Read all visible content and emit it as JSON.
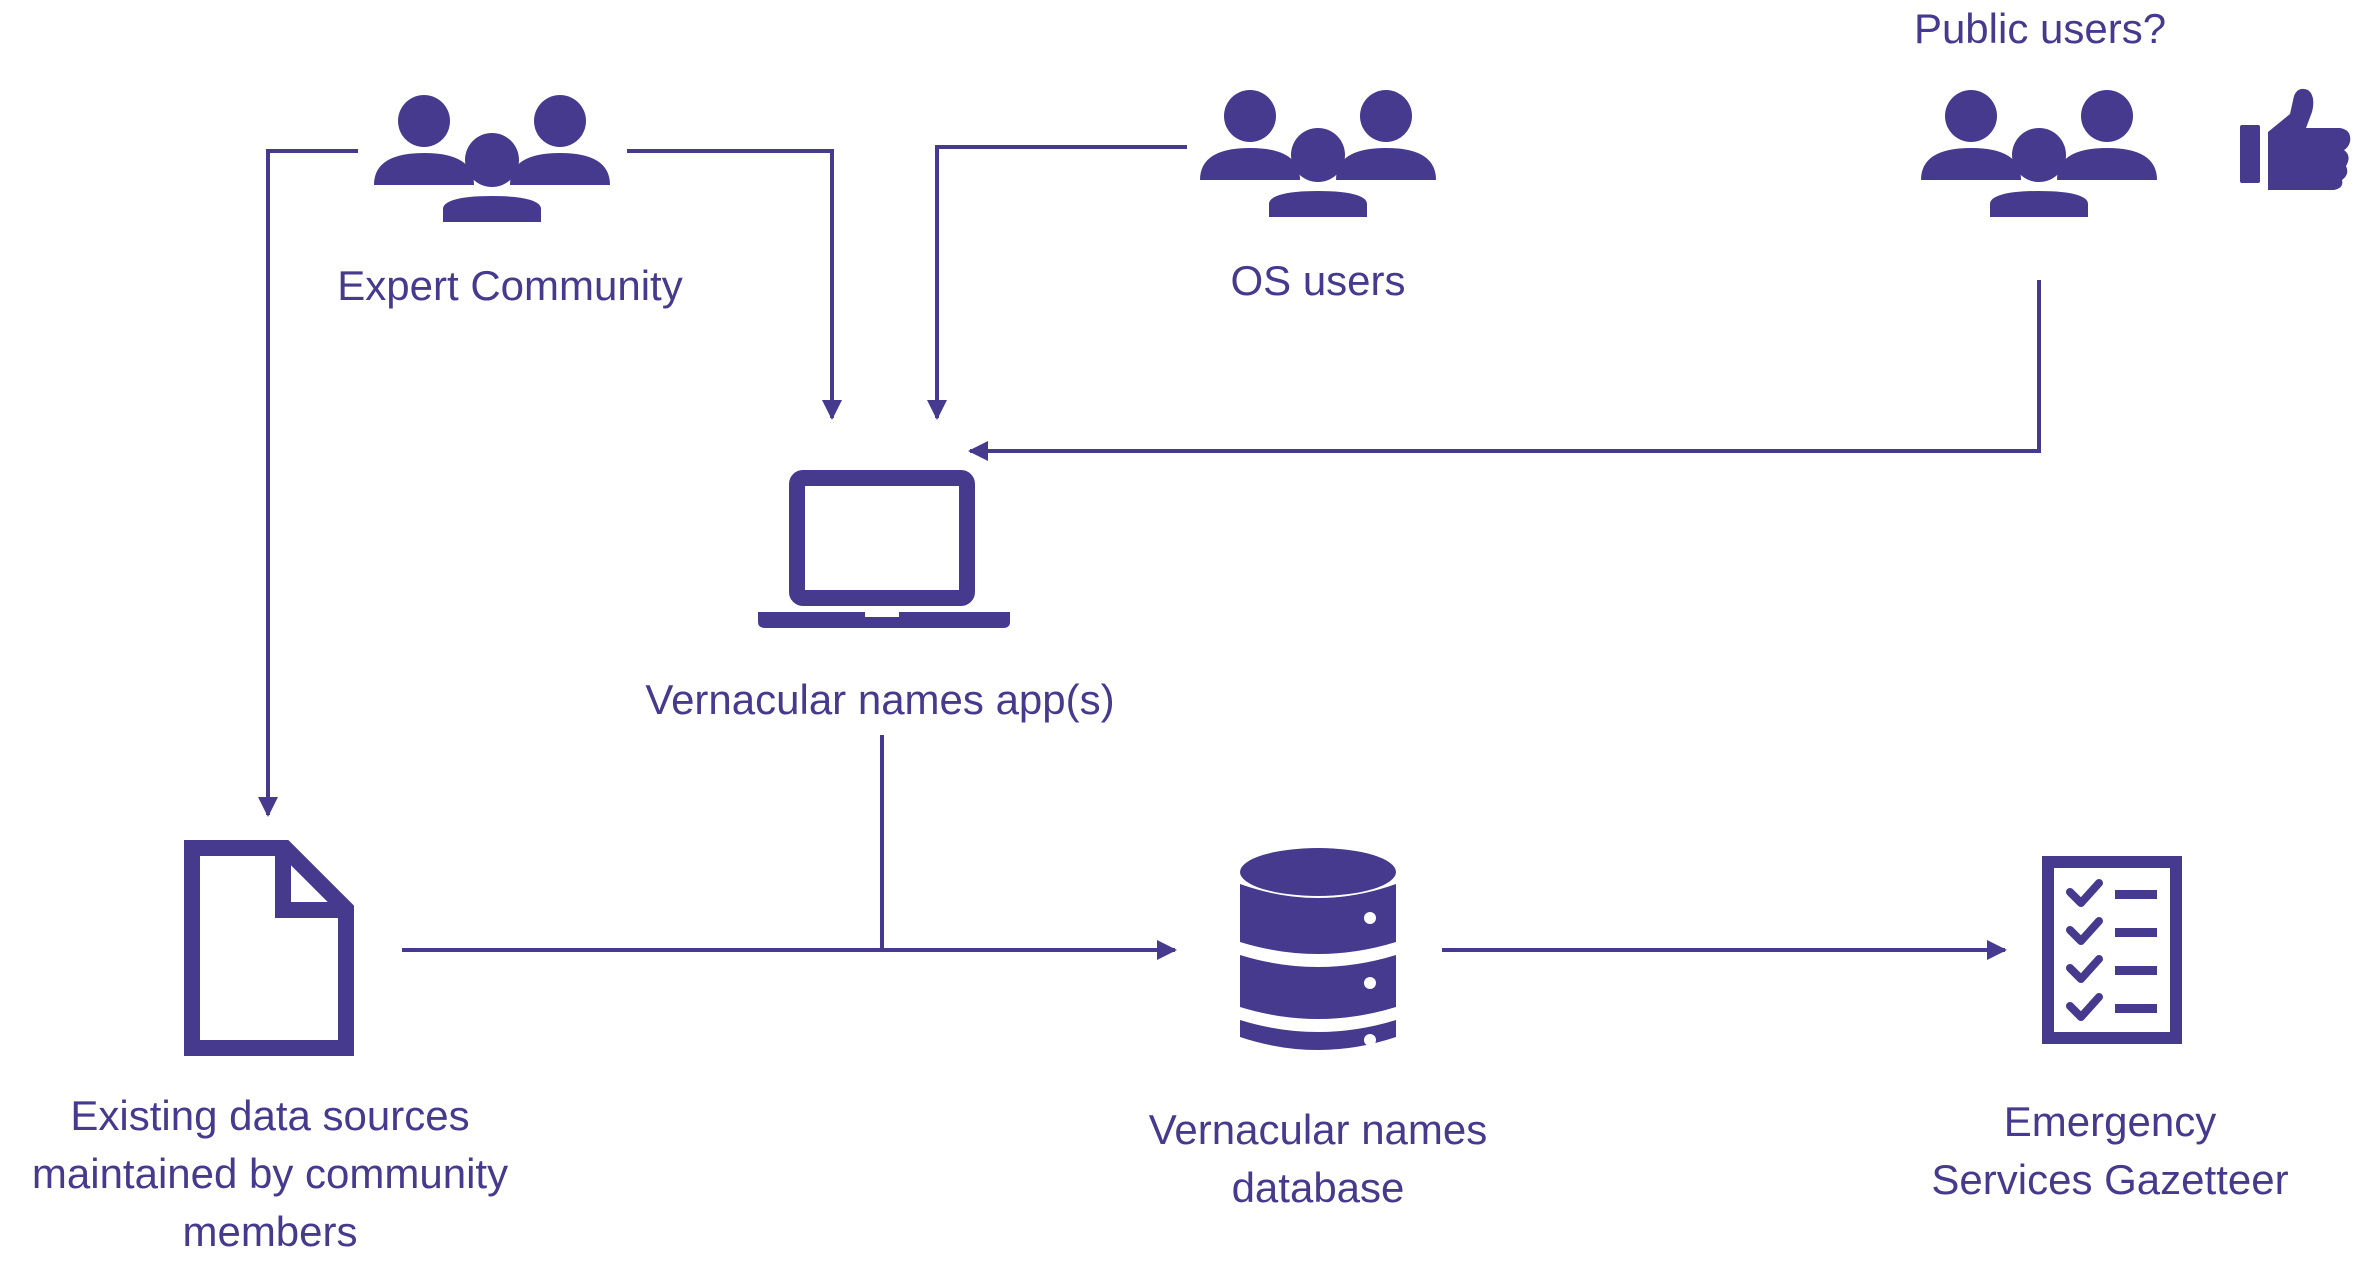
{
  "theme": {
    "color": "#453a8e",
    "background": "#ffffff"
  },
  "nodes": {
    "expert_community": {
      "label": "Expert Community",
      "icon": "people-group-icon"
    },
    "os_users": {
      "label": "OS users",
      "icon": "people-group-icon"
    },
    "public_users": {
      "label": "Public users?",
      "icon": "people-group-icon",
      "extra_icon": "thumbs-up-icon"
    },
    "app": {
      "label": "Vernacular names app(s)",
      "icon": "laptop-icon"
    },
    "data_sources": {
      "label_lines": [
        "Existing data sources",
        "maintained by community",
        "members"
      ],
      "icon": "document-icon"
    },
    "database": {
      "label_lines": [
        "Vernacular names",
        "database"
      ],
      "icon": "database-icon"
    },
    "gazetteer": {
      "label_lines": [
        "Emergency",
        "Services Gazetteer"
      ],
      "icon": "checklist-icon"
    }
  }
}
